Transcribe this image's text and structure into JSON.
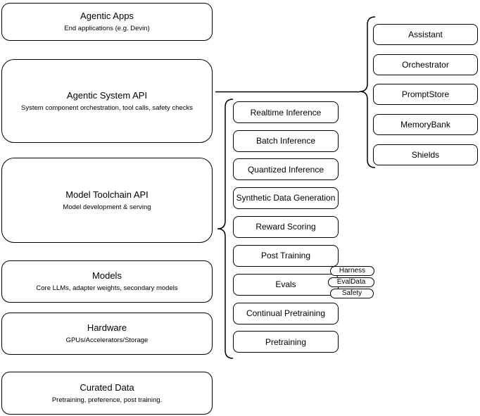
{
  "diagram": {
    "title_hint": "Agentic system architecture stack",
    "left_stack": [
      {
        "title": "Agentic Apps",
        "subtitle": "End applications (e.g. Devin)"
      },
      {
        "title": "Agentic System API",
        "subtitle": "System component orchestration, tool calls, safety checks"
      },
      {
        "title": "Model Toolchain API",
        "subtitle": "Model development & serving"
      },
      {
        "title": "Models",
        "subtitle": "Core LLMs, adapter weights, secondary models"
      },
      {
        "title": "Hardware",
        "subtitle": "GPUs/Accelerators/Storage"
      },
      {
        "title": "Curated Data",
        "subtitle": "Pretraining, preference, post training."
      }
    ],
    "toolchain_components": [
      "Realtime Inference",
      "Batch Inference",
      "Quantized Inference",
      "Synthetic Data Generation",
      "Reward Scoring",
      "Post Training",
      "Evals",
      "Continual Pretraining",
      "Pretraining"
    ],
    "evals_tags": [
      "Harness",
      "EvalData",
      "Safety"
    ],
    "system_components": [
      "Assistant",
      "Orchestrator",
      "PromptStore",
      "MemoryBank",
      "Shields"
    ],
    "colors": {
      "stroke": "#000000",
      "background": "#ffffff",
      "text": "#000000"
    }
  }
}
